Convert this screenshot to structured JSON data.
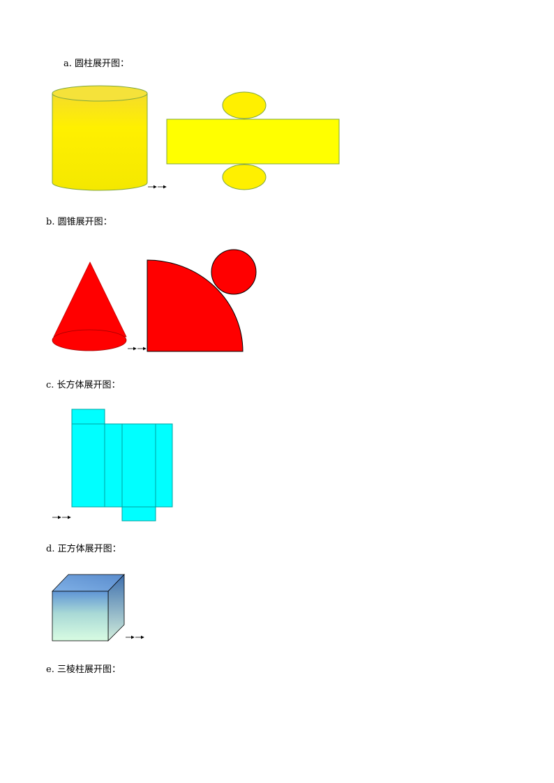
{
  "sections": [
    {
      "id": "a",
      "label": "a. 圆柱展开图："
    },
    {
      "id": "b",
      "label": "b. 圆锥展开图："
    },
    {
      "id": "c",
      "label": "c. 长方体展开图："
    },
    {
      "id": "d",
      "label": "d. 正方体展开图："
    },
    {
      "id": "e",
      "label": "e. 三棱柱展开图："
    }
  ],
  "colors": {
    "cylinder_fill": "#FFF000",
    "cylinder_rect_fill": "#FFFF00",
    "cylinder_outline": "#7FA63F",
    "cone_fill": "#FF0000",
    "cuboid_fill": "#00FFFF",
    "cube_top": "#6E9FD8",
    "cube_front_bottom": "#D6FBE2",
    "cube_side": "#4E7CB3"
  },
  "icons": {
    "arrow": "double-right-arrow-icon"
  }
}
